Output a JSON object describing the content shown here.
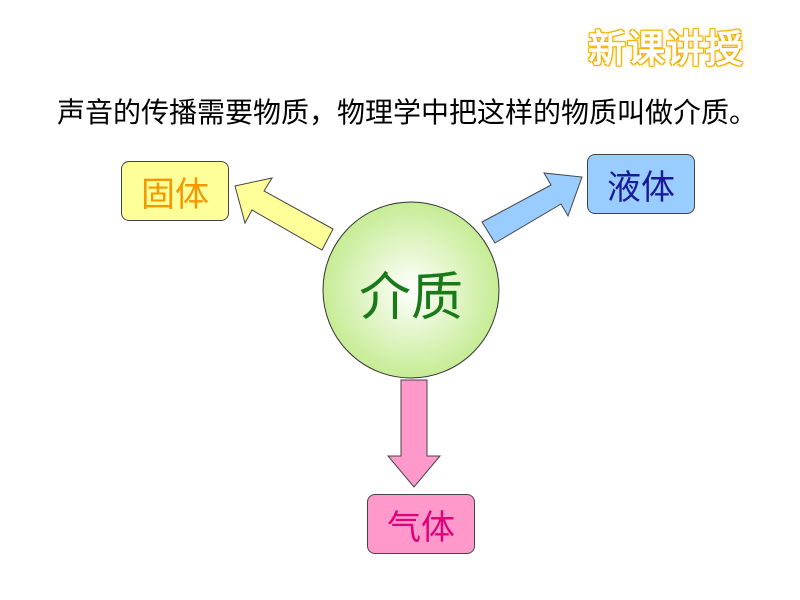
{
  "badge": "新课讲授",
  "intro_text": "声音的传播需要物质，物理学中把这样的物质叫做介质。",
  "center": {
    "label": "介质"
  },
  "branches": [
    {
      "label": "固体",
      "color": "#ffff99"
    },
    {
      "label": "液体",
      "color": "#99ccff"
    },
    {
      "label": "气体",
      "color": "#ff99cc"
    }
  ]
}
